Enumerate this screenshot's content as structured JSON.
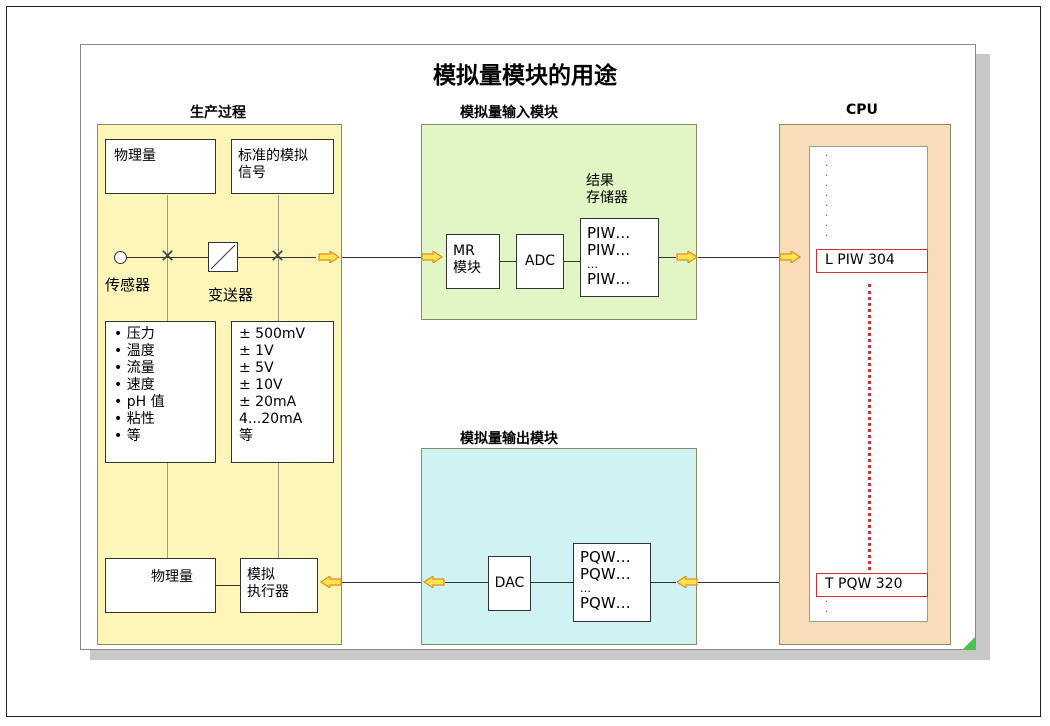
{
  "title": "模拟量模块的用途",
  "sections": {
    "process": "生产过程",
    "input_module": "模拟量输入模块",
    "output_module": "模拟量输出模块",
    "cpu": "CPU"
  },
  "process": {
    "physical_quantity_top": "物理量",
    "standard_signal": [
      "标准的模拟",
      "信号"
    ],
    "sensor_label": "传感器",
    "transmitter_label": "变送器",
    "quantities": [
      "• 压力",
      "• 温度",
      "• 流量",
      "• 速度",
      "• pH 值",
      "• 粘性",
      "• 等"
    ],
    "signals": [
      "± 500mV",
      "± 1V",
      "± 5V",
      "± 10V",
      "± 20mA",
      "4...20mA",
      "等"
    ],
    "physical_quantity_bottom": "物理量",
    "actuator": [
      "模拟",
      "执行器"
    ]
  },
  "input_module": {
    "mr": [
      "MR",
      "模块"
    ],
    "adc": "ADC",
    "result_label": [
      "结果",
      "存储器"
    ],
    "piw_list": [
      "PIW…",
      "PIW…",
      "…",
      "PIW…"
    ]
  },
  "output_module": {
    "dac": "DAC",
    "pqw_list": [
      "PQW…",
      "PQW…",
      "…",
      "PQW…"
    ]
  },
  "cpu": {
    "load_instr": "L  PIW 304",
    "transfer_instr": "T  PQW 320"
  },
  "colors": {
    "process_panel": "#fdf6b8",
    "input_panel": "#e2f5c4",
    "output_panel": "#cff3f3",
    "cpu_panel": "#f9dcb8",
    "arrow_fill": "#ffe44d",
    "arrow_stroke": "#e08a2a",
    "highlight_border": "#d0323a"
  }
}
